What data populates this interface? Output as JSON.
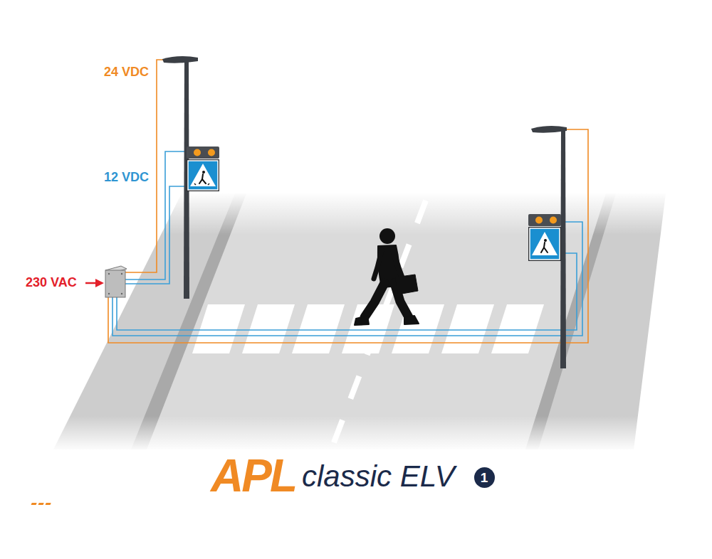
{
  "diagram": {
    "title": "classic ELV",
    "nodes": [
      {
        "text": [
          "1"
        ]
      }
    ],
    "labels": [
      "24 VDC",
      "12 VDC",
      "230 VAC",
      "APL"
    ]
  }
}
